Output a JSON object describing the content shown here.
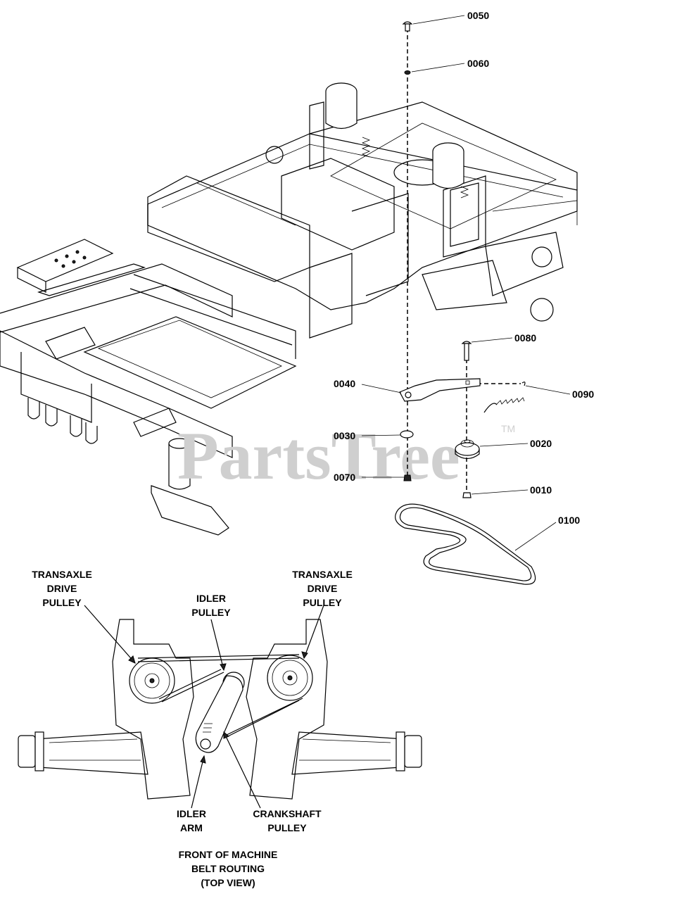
{
  "callouts": {
    "c0050": "0050",
    "c0060": "0060",
    "c0080": "0080",
    "c0040": "0040",
    "c0090": "0090",
    "c0030": "0030",
    "c0020": "0020",
    "c0070": "0070",
    "c0010": "0010",
    "c0100": "0100"
  },
  "routing_labels": {
    "transaxle_left": [
      "TRANSAXLE",
      "DRIVE",
      "PULLEY"
    ],
    "transaxle_right": [
      "TRANSAXLE",
      "DRIVE",
      "PULLEY"
    ],
    "idler_pulley": [
      "IDLER",
      "PULLEY"
    ],
    "idler_arm": [
      "IDLER",
      "ARM"
    ],
    "crankshaft_pulley": [
      "CRANKSHAFT",
      "PULLEY"
    ],
    "caption": [
      "FRONT OF MACHINE",
      "BELT ROUTING",
      "(TOP VIEW)"
    ]
  },
  "watermark": {
    "text": "PartsTree",
    "trademark": "TM"
  }
}
